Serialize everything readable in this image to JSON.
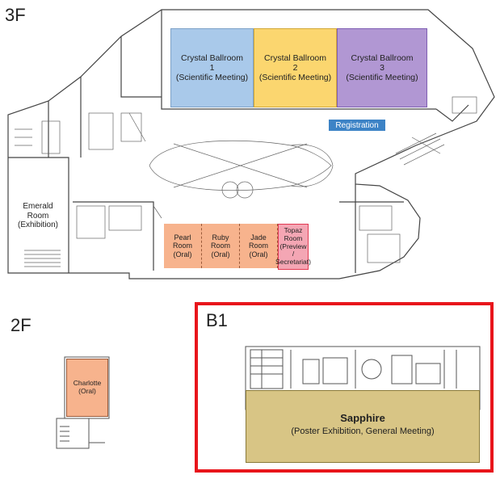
{
  "floors": {
    "f3": {
      "label": "3F",
      "rooms": {
        "crystal1": "Crystal Ballroom\n1\n(Scientific Meeting)",
        "crystal2": "Crystal Ballroom\n2\n(Scientific Meeting)",
        "crystal3": "Crystal Ballroom\n3\n(Scientific Meeting)",
        "registration": "Registration",
        "emerald": "Emerald\nRoom\n(Exhibition)",
        "pearl": "Pearl\nRoom\n(Oral)",
        "ruby": "Ruby\nRoom\n(Oral)",
        "jade": "Jade\nRoom\n(Oral)",
        "topaz": "Topaz\nRoom\n(Preview\n/ Secretariat)"
      }
    },
    "f2": {
      "label": "2F",
      "rooms": {
        "charlotte": "Charlotte\n(Oral)"
      }
    },
    "b1": {
      "label": "B1",
      "rooms": {
        "sapphire_name": "Sapphire",
        "sapphire_desc": "(Poster Exhibition, General Meeting)"
      }
    }
  },
  "colors": {
    "crystal1": "#a9c9ea",
    "crystal2": "#fbd66f",
    "crystal3": "#b197d3",
    "registration": "#3d83c6",
    "oral_rooms": "#f7b38d",
    "topaz": "#f4a6b4",
    "sapphire": "#d8c585",
    "highlight_frame": "#e8151b"
  }
}
